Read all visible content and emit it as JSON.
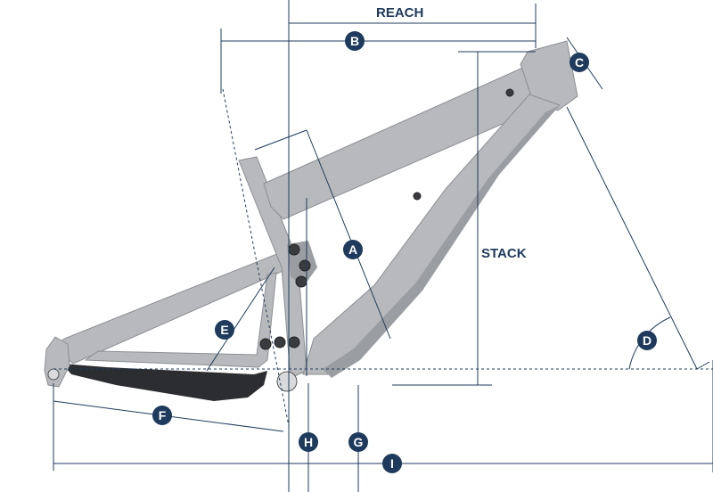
{
  "diagram": {
    "labels": {
      "reach": "REACH",
      "stack": "STACK"
    },
    "badges": {
      "a": "A",
      "b": "B",
      "c": "C",
      "d": "D",
      "e": "E",
      "f": "F",
      "g": "G",
      "h": "H",
      "i": "I"
    },
    "colors": {
      "dimension_line": "#1f3b5c",
      "badge_fill": "#1e3a5c",
      "badge_text": "#ffffff",
      "frame": "#b7b9bc",
      "frame_dark": "#2c2d30"
    }
  }
}
